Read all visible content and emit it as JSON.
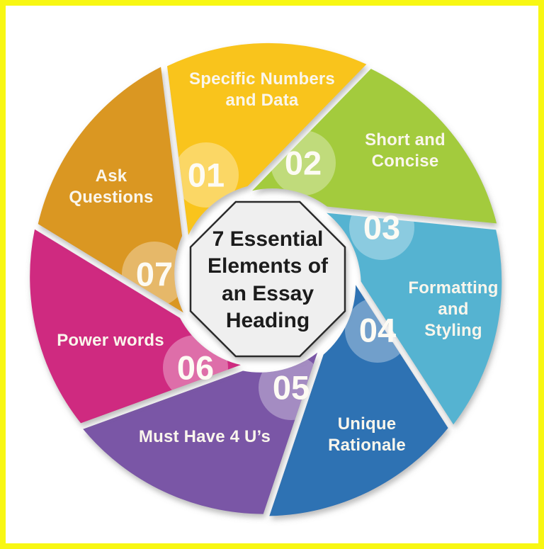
{
  "diagram": {
    "type": "cycle-wheel-infographic",
    "center_title": "7 Essential\nElements of\nan Essay\nHeading",
    "slices": [
      {
        "number": "01",
        "label": "Specific Numbers\nand Data",
        "color": "#F9C41E"
      },
      {
        "number": "02",
        "label": "Short and\nConcise",
        "color": "#A3CB3E"
      },
      {
        "number": "03",
        "label": "Formatting\nand\nStyling",
        "color": "#54B3D1"
      },
      {
        "number": "04",
        "label": "Unique\nRationale",
        "color": "#2E72B3"
      },
      {
        "number": "05",
        "label": "Must Have 4 U’s",
        "color": "#7A56A6"
      },
      {
        "number": "06",
        "label": "Power words",
        "color": "#CF2A80"
      },
      {
        "number": "07",
        "label": "Ask\nQuestions",
        "color": "#DA9724"
      }
    ],
    "style": {
      "frame_border": "#F8F713",
      "background": "#FFFFFF",
      "octagon_fill": "#EFEFEF",
      "octagon_stroke": "#2B2B2B",
      "label_text": "#FAF6EC",
      "number_text": "#FDFBF4",
      "title_text": "#1C1C1C",
      "number_bubble": "rgba(255,255,255,0.32)",
      "shadow": "#777777"
    }
  }
}
